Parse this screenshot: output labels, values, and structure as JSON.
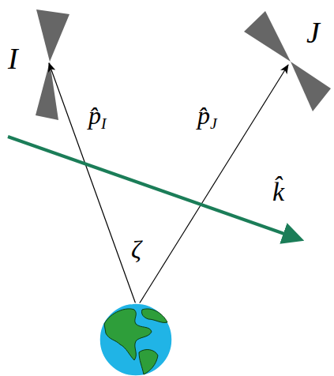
{
  "diagram": {
    "labels": [
      "I",
      "J",
      "p̂I",
      "p̂J",
      "ζ",
      "k̂"
    ]
  }
}
